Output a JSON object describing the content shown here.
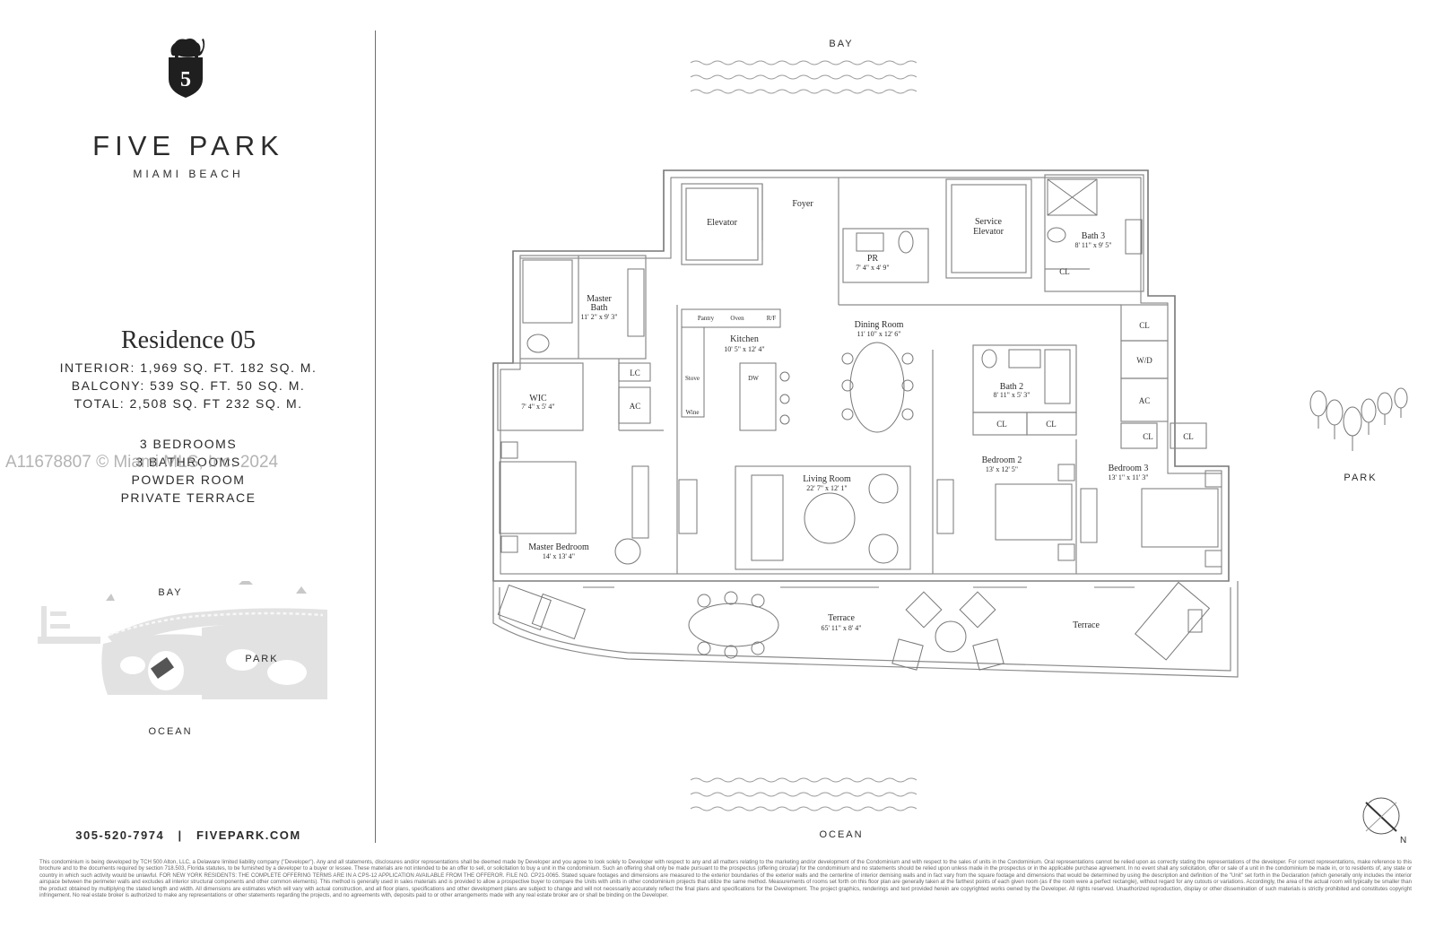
{
  "brand": {
    "name": "FIVE PARK",
    "location": "MIAMI BEACH",
    "logo_icon": "elephant-shield-logo",
    "logo_letter": "5"
  },
  "residence": {
    "title": "Residence 05",
    "specs": [
      "INTERIOR: 1,969 SQ. FT.   182 SQ. M.",
      "BALCONY: 539 SQ. FT.   50 SQ. M.",
      "TOTAL: 2,508 SQ. FT   232 SQ. M."
    ],
    "features": [
      "3 BEDROOMS",
      "3 BATHROOMS",
      "POWDER ROOM",
      "PRIVATE TERRACE"
    ]
  },
  "watermark": "A11678807 © Miami MLS, Inc. 2024",
  "location_map": {
    "bay": "BAY",
    "park": "PARK",
    "ocean": "OCEAN"
  },
  "contact": {
    "phone": "305-520-7974",
    "separator": "|",
    "website": "FIVEPARK.COM"
  },
  "plan": {
    "bay_label": "BAY",
    "park_label": "PARK",
    "ocean_label": "OCEAN",
    "north_label": "N",
    "rooms": {
      "elevator": "Elevator",
      "foyer": "Foyer",
      "service_elevator_1": "Service",
      "service_elevator_2": "Elevator",
      "bath3": "Bath 3",
      "bath3_dim": "8' 11\" x 9' 5\"",
      "pr": "PR",
      "pr_dim": "7' 4\" x 4' 9\"",
      "master_bath_1": "Master",
      "master_bath_2": "Bath",
      "master_bath_dim": "11' 2\" x 9' 3\"",
      "kitchen": "Kitchen",
      "kitchen_dim": "10' 5\" x 12' 4\"",
      "dining": "Dining Room",
      "dining_dim": "11' 10\" x 12' 6\"",
      "bath2": "Bath 2",
      "bath2_dim": "8' 11\" x 5' 3\"",
      "wic": "WIC",
      "wic_dim": "7' 4\" x 5' 4\"",
      "living": "Living Room",
      "living_dim": "22' 7\" x 12' 1\"",
      "bedroom2": "Bedroom 2",
      "bedroom2_dim": "13' x 12' 5\"",
      "bedroom3": "Bedroom 3",
      "bedroom3_dim": "13' 1\" x 11' 3\"",
      "master_bedroom": "Master Bedroom",
      "master_bedroom_dim": "14' x 13' 4\"",
      "terrace_main": "Terrace",
      "terrace_main_dim": "65' 11\" x 8' 4\"",
      "terrace_right": "Terrace"
    },
    "fixtures": {
      "pantry": "Pantry",
      "oven": "Oven",
      "rf": "R/F",
      "stove": "Stove",
      "wine": "Wine",
      "dw": "DW",
      "lc": "LC",
      "ac": "AC",
      "cl": "CL",
      "wd": "W/D"
    }
  },
  "disclaimer": "This condominium is being developed by TCH 500 Alton, LLC, a Delaware limited liability company (\"Developer\"). Any and all statements, disclosures and/or representations shall be deemed made by Developer and you agree to look solely to Developer with respect to any and all matters relating to the marketing and/or development of the Condominium and with respect to the sales of units in the Condominium. Oral representations cannot be relied upon as correctly stating the representations of the developer. For correct representations, make reference to this brochure and to the documents required by section 718.503, Florida statutes, to be furnished by a developer to a buyer or lessee. These materials are not intended to be an offer to sell, or solicitation to buy a unit in the condominium. Such an offering shall only be made pursuant to the prospectus (offering circular) for the condominium and no statements should be relied upon unless made in the prospectus or in the applicable purchase agreement. In no event shall any solicitation, offer or sale of a unit in the condominium be made in, or to residents of, any state or country in which such activity would be unlawful. FOR NEW YORK RESIDENTS: THE COMPLETE OFFERING TERMS ARE IN A CPS-12 APPLICATION AVAILABLE FROM THE OFFEROR. FILE NO. CP21-0065. Stated square footages and dimensions are measured to the exterior boundaries of the exterior walls and the centerline of interior demising walls and in fact vary from the square footage and dimensions that would be determined by using the description and definition of the \"Unit\" set forth in the Declaration (which generally only includes the interior airspace between the perimeter walls and excludes all interior structural components and other common elements). This method is generally used in sales materials and is provided to allow a prospective buyer to compare the Units with units in other condominium projects that utilize the same method. Measurements of rooms set forth on this floor plan are generally taken at the farthest points of each given room (as if the room were a perfect rectangle), without regard for any cutouts or variations. Accordingly, the area of the actual room will typically be smaller than the product obtained by multiplying the stated length and width. All dimensions are estimates which will vary with actual construction, and all floor plans, specifications and other development plans are subject to change and will not necessarily accurately reflect the final plans and specifications for the Development. The project graphics, renderings and text provided herein are copyrighted works owned by the Developer. All rights reserved. Unauthorized reproduction, display or other dissemination of such materials is strictly prohibited and constitutes copyright infringement. No real estate broker is authorized to make any representations or other statements regarding the projects, and no agreements with, deposits paid to or other arrangements made with any real estate broker are or shall be binding on the Developer."
}
